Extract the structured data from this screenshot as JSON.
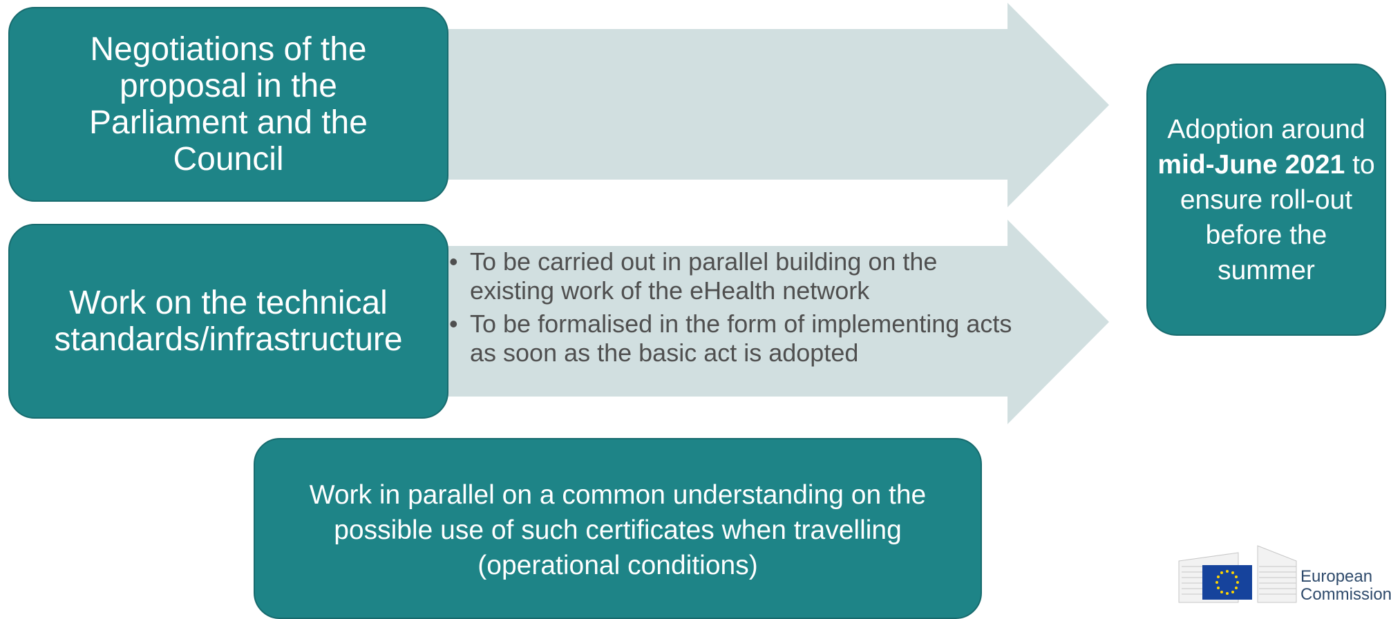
{
  "boxes": {
    "negotiations": "Negotiations of the proposal in the Parliament and the Council",
    "technical": "Work on the technical standards/infrastructure",
    "adoption": {
      "pre": "Adoption around ",
      "bold": "mid-June 2021",
      "post": " to ensure roll-out before the summer"
    },
    "parallel": "Work in parallel on a common understanding on the possible use of such certificates when travelling (operational conditions)"
  },
  "bullets": [
    "To be carried out in parallel building on the existing work of the eHealth network",
    "To be formalised in the form of implementing acts as soon as the basic act is adopted"
  ],
  "logo": {
    "line1": "European",
    "line2": "Commission"
  },
  "colors": {
    "box": "#1e8487",
    "arrow": "#d1dfe0",
    "bullet_text": "#4f4f4f",
    "eu_blue": "#16439c",
    "eu_stars": "#ffd500"
  }
}
